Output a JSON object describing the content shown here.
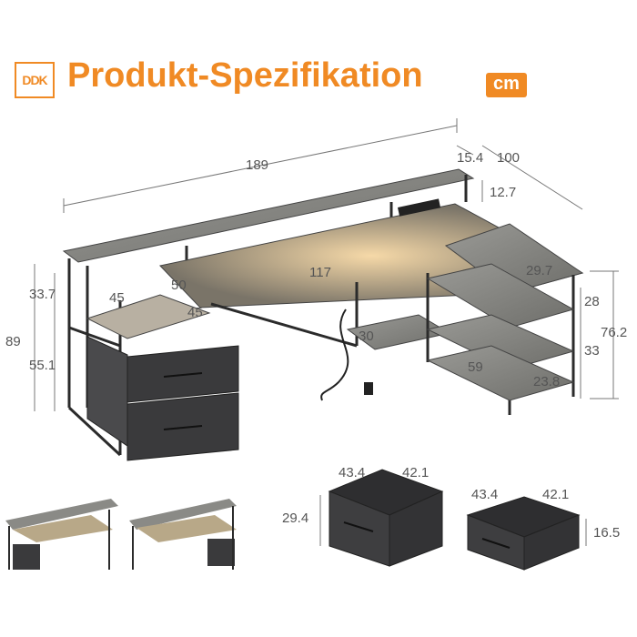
{
  "header": {
    "logo_text": "DDK",
    "title": "Produkt-Spezifikation",
    "unit": "cm"
  },
  "dimensions": {
    "total_width": "189",
    "shelf_depth": "15.4",
    "side_length": "100",
    "riser_height": "12.7",
    "main_top_width": "117",
    "corner_width": "29.7",
    "top_height": "33.7",
    "bottom_height": "55.1",
    "total_height": "89",
    "cabinet_width": "45",
    "cabinet_depth": "45",
    "cabinet_offset": "50",
    "shelf_under": "30",
    "shelf_length": "59",
    "side_shelf_28": "28",
    "side_shelf_33": "33",
    "side_height": "76.2",
    "side_shelf_depth": "23.8",
    "drawer_large_w": "43.4",
    "drawer_large_d": "42.1",
    "drawer_large_h": "29.4",
    "drawer_small_w": "43.4",
    "drawer_small_d": "42.1",
    "drawer_small_h": "16.5"
  },
  "colors": {
    "accent": "#f08a24",
    "desk_wood": "#8a8a86",
    "frame": "#2b2b2b",
    "fabric": "#3a3a3c"
  }
}
